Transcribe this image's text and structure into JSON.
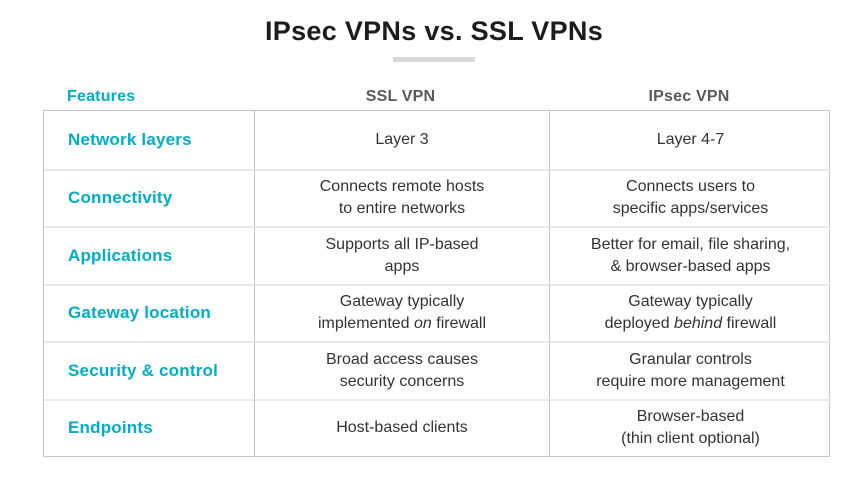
{
  "page": {
    "title": "IPsec VPNs vs. SSL VPNs"
  },
  "colors": {
    "accent": "#00AEC7",
    "divider": "#D9D9D9",
    "table_border": "#C4C4C4",
    "row_divider": "#E9E9E9",
    "header_text": "#58595B",
    "body_text": "#333333",
    "title_text": "#1C1C1C"
  },
  "table": {
    "headers": {
      "features": "Features",
      "ssl": "SSL VPN",
      "ipsec": "IPsec VPN"
    },
    "rows": [
      {
        "feature": "Network layers",
        "ssl": {
          "l1": "Layer 3"
        },
        "ipsec": {
          "l1": "Layer 4-7"
        }
      },
      {
        "feature": "Connectivity",
        "ssl": {
          "l1": "Connects remote hosts",
          "l2": "to entire networks"
        },
        "ipsec": {
          "l1": "Connects users to",
          "l2": "specific apps/services"
        }
      },
      {
        "feature": "Applications",
        "ssl": {
          "l1": "Supports all IP-based",
          "l2": "apps"
        },
        "ipsec": {
          "l1": "Better for email, file sharing,",
          "l2": "& browser-based apps"
        }
      },
      {
        "feature": "Gateway location",
        "ssl": {
          "l1": "Gateway typically",
          "l2_pre": "implemented ",
          "l2_em": "on",
          "l2_post": " firewall"
        },
        "ipsec": {
          "l1": "Gateway typically",
          "l2_pre": "deployed ",
          "l2_em": "behind",
          "l2_post": " firewall"
        }
      },
      {
        "feature": "Security & control",
        "ssl": {
          "l1": "Broad access causes",
          "l2": "security concerns"
        },
        "ipsec": {
          "l1": "Granular controls",
          "l2": "require more management"
        }
      },
      {
        "feature": "Endpoints",
        "ssl": {
          "l1": "Host-based clients"
        },
        "ipsec": {
          "l1": "Browser-based",
          "l2": "(thin client optional)"
        }
      }
    ]
  },
  "chart_data": {
    "type": "table",
    "title": "IPsec VPNs vs. SSL VPNs",
    "columns": [
      "Features",
      "SSL VPN",
      "IPsec VPN"
    ],
    "rows": [
      [
        "Network layers",
        "Layer 3",
        "Layer 4-7"
      ],
      [
        "Connectivity",
        "Connects remote hosts to entire networks",
        "Connects users to specific apps/services"
      ],
      [
        "Applications",
        "Supports all IP-based apps",
        "Better for email, file sharing, & browser-based apps"
      ],
      [
        "Gateway location",
        "Gateway typically implemented on firewall",
        "Gateway typically deployed behind firewall"
      ],
      [
        "Security & control",
        "Broad access causes security concerns",
        "Granular controls require more management"
      ],
      [
        "Endpoints",
        "Host-based clients",
        "Browser-based (thin client optional)"
      ]
    ]
  }
}
